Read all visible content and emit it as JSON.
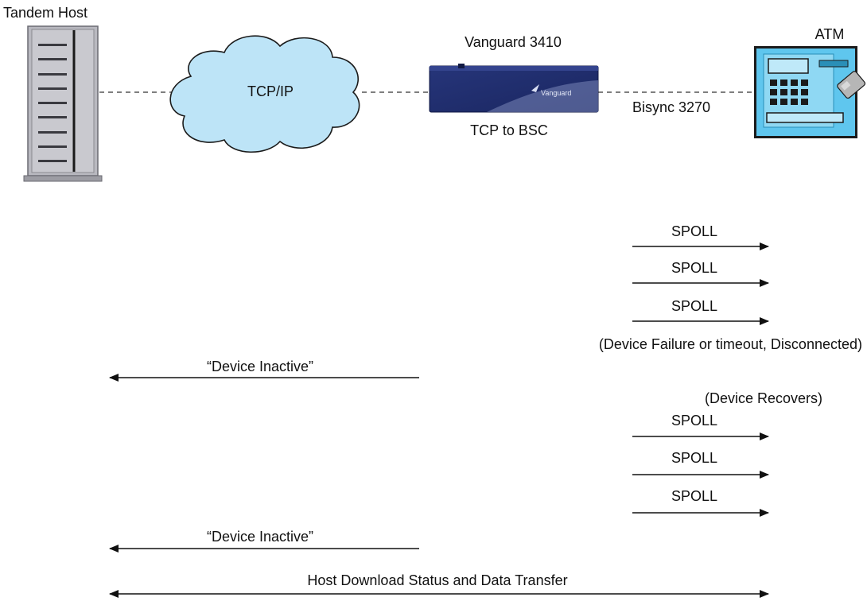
{
  "nodes": {
    "host": {
      "label": "Tandem Host"
    },
    "network": {
      "label": "TCP/IP"
    },
    "vanguard": {
      "label": "Vanguard 3410",
      "caption": "TCP to BSC",
      "brand": "Vanguard"
    },
    "atm": {
      "label": "ATM"
    }
  },
  "links": {
    "bisync": {
      "label": "Bisync 3270"
    }
  },
  "messages": [
    {
      "label": "SPOLL"
    },
    {
      "label": "SPOLL"
    },
    {
      "label": "SPOLL"
    },
    {
      "label": "(Device Failure or timeout, Disconnected)"
    },
    {
      "label": "“Device Inactive”"
    },
    {
      "label": "(Device Recovers)"
    },
    {
      "label": "SPOLL"
    },
    {
      "label": "SPOLL"
    },
    {
      "label": "SPOLL"
    },
    {
      "label": "“Device Inactive”"
    },
    {
      "label": "Host Download Status and Data Transfer"
    }
  ],
  "colors": {
    "cloud_fill": "#bde4f7",
    "device_fill": "#1f2d6b",
    "atm_fill": "#5fc6ee",
    "host_fill": "#c9c9cf"
  }
}
